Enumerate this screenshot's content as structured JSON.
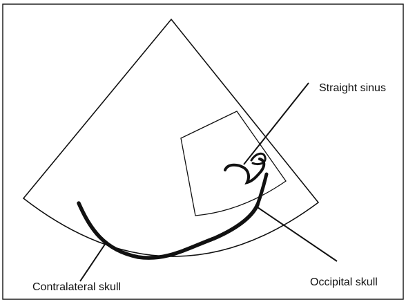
{
  "diagram": {
    "labels": {
      "straight_sinus": "Straight sinus",
      "contralateral_skull": "Contralateral skull",
      "occipital_skull": "Occipital skull"
    },
    "colors": {
      "line": "#111111",
      "background": "#ffffff"
    }
  }
}
